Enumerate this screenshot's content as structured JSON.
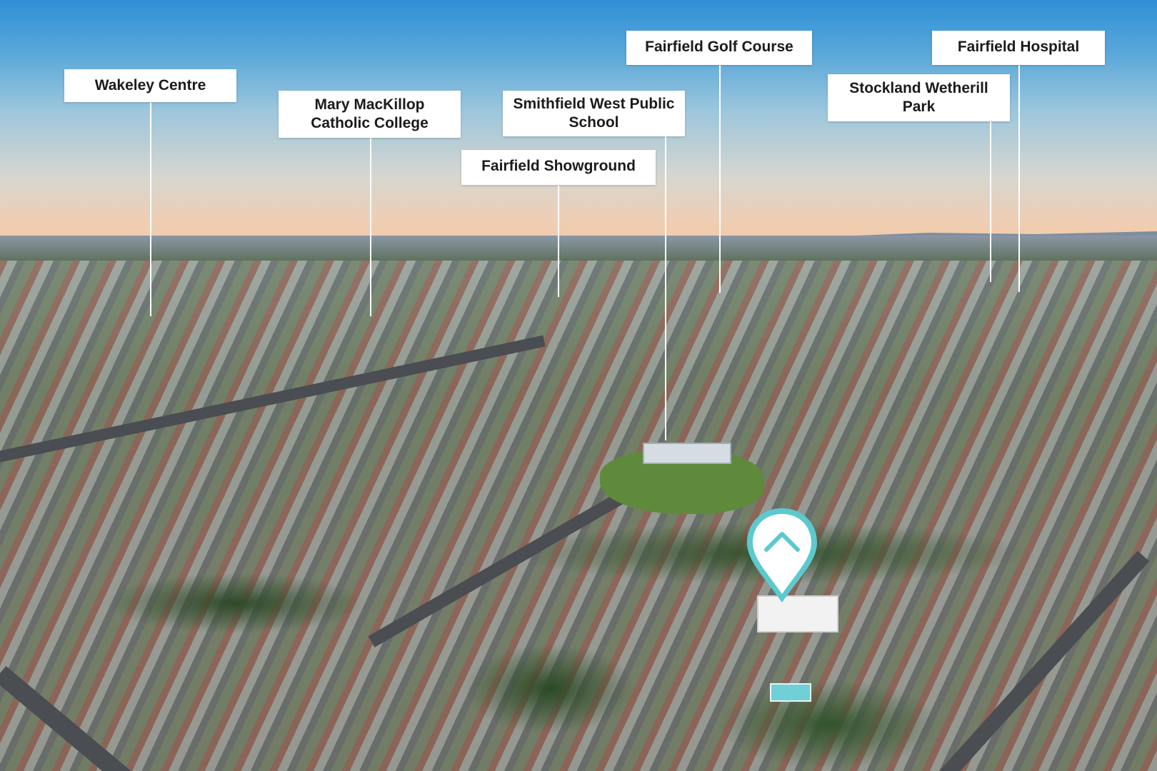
{
  "image": {
    "kind": "aerial-photo",
    "pin_icon": "location-pin-chevron-up-icon",
    "colors": {
      "label_bg": "#ffffff",
      "label_text": "#1b1b1b",
      "pin_ring": "#5cc9cf",
      "sky_top": "#2f8fd6",
      "sky_horizon": "#f1cdb0"
    }
  },
  "landmarks": [
    {
      "id": "wakeley-centre",
      "name": "Wakeley Centre"
    },
    {
      "id": "mary-mackillop",
      "name": "Mary MacKillop Catholic College"
    },
    {
      "id": "smithfield-west",
      "name": "Smithfield West Public School"
    },
    {
      "id": "fairfield-showground",
      "name": "Fairfield Showground"
    },
    {
      "id": "fairfield-golf-course",
      "name": "Fairfield Golf Course"
    },
    {
      "id": "stockland-wetherill",
      "name": "Stockland Wetherill Park"
    },
    {
      "id": "fairfield-hospital",
      "name": "Fairfield Hospital"
    }
  ]
}
